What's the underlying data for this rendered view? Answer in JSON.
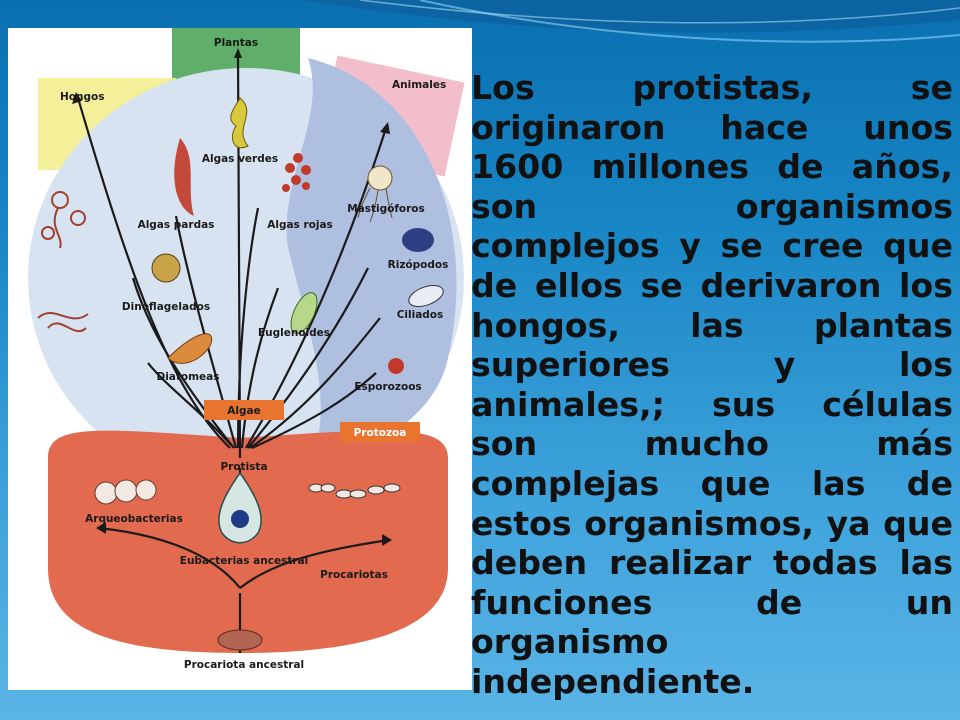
{
  "slide": {
    "paragraph": "Los protistas, se originaron hace unos 1600 millones de años, son organismos complejos y se cree que de ellos se derivaron los hongos, las plantas superiores y los animales,; sus células son mucho más complejas que las de estos organismos, ya que deben realizar todas las funciones de un organismo independiente."
  },
  "diagram": {
    "kingdoms": {
      "plantas": "Plantas",
      "hongos": "Hongos",
      "animales": "Animales"
    },
    "algae": [
      "Algas verdes",
      "Algas pardas",
      "Algas rojas",
      "Dinoflagelados",
      "Euglenoides",
      "Diatomeas"
    ],
    "protozoa": [
      "Mastigóforos",
      "Rizópodos",
      "Ciliados",
      "Esporozoos"
    ],
    "group_algae": "Algae",
    "group_protozoa": "Protozoa",
    "protista": "Protista",
    "procariotas": {
      "arqueobacterias": "Arqueobacterias",
      "eubacterias": "Eubacterias ancestral",
      "procariotas": "Procariotas",
      "procariota_ancestral": "Procariota ancestral"
    }
  },
  "colors": {
    "background": "#1a86c6",
    "bubble": "#d8e3f2",
    "protozoa_region": "#aebfe0",
    "prokaryote_band": "#e26a4f",
    "plantas_box": "#5fae6a",
    "hongos_box": "#f3ee8f",
    "animales_box": "#f2b7c6",
    "label_box": "#e8742f"
  }
}
